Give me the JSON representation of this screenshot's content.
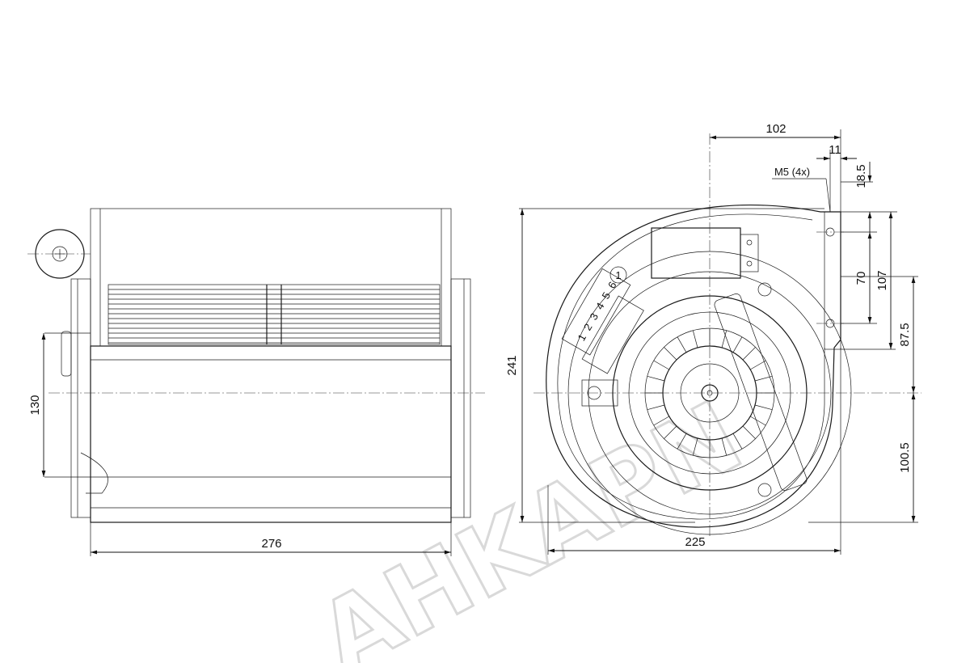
{
  "watermark": "AHKAPN",
  "side_view": {
    "width_dim": "276",
    "height_dim": "130"
  },
  "front_view": {
    "width_dim": "225",
    "height_dim": "241",
    "top_dim": "102",
    "offset_dim": "11",
    "top_offset_dim": "18.5",
    "hole_spacing_dim": "70",
    "hole_span_dim": "107",
    "outlet_dim": "87.5",
    "center_dim": "100.5",
    "thread_label": "M5 (4x)",
    "callout": "1",
    "terminal_numbers": [
      "1",
      "2",
      "3",
      "4",
      "5",
      "6"
    ]
  },
  "colors": {
    "line": "#1a1a1a",
    "watermark": "#d9d9d9",
    "background": "#ffffff"
  }
}
